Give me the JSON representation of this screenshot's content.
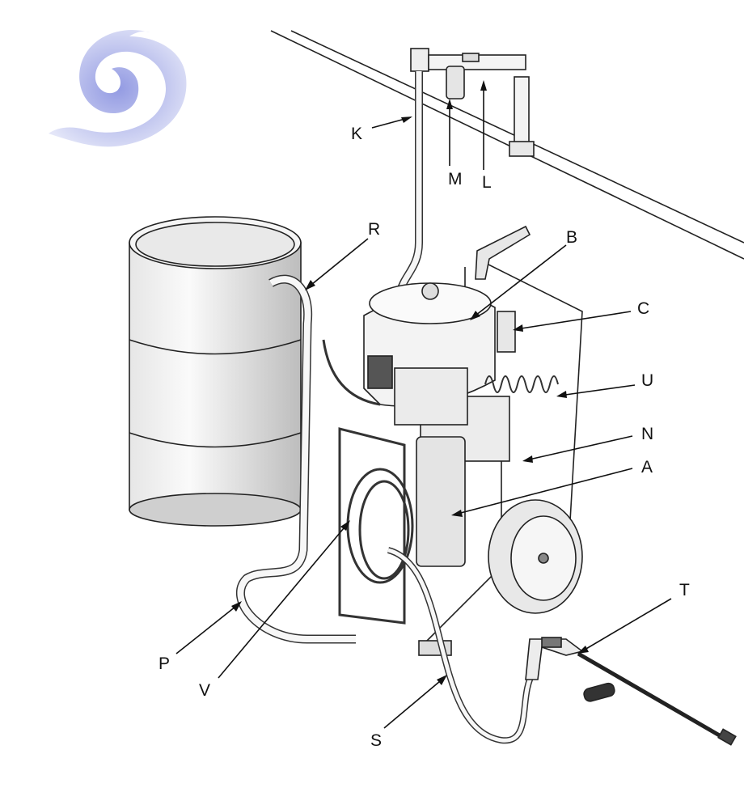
{
  "diagram": {
    "labels": {
      "K": "K",
      "M": "M",
      "L": "L",
      "R": "R",
      "B": "B",
      "C": "C",
      "U": "U",
      "N": "N",
      "A": "A",
      "T": "T",
      "P": "P",
      "V": "V",
      "S": "S"
    },
    "colors": {
      "logo_light": "#d9dcf5",
      "logo_dark": "#9aa0e0",
      "line": "#111111",
      "part_fill": "#f2f2f2"
    }
  }
}
